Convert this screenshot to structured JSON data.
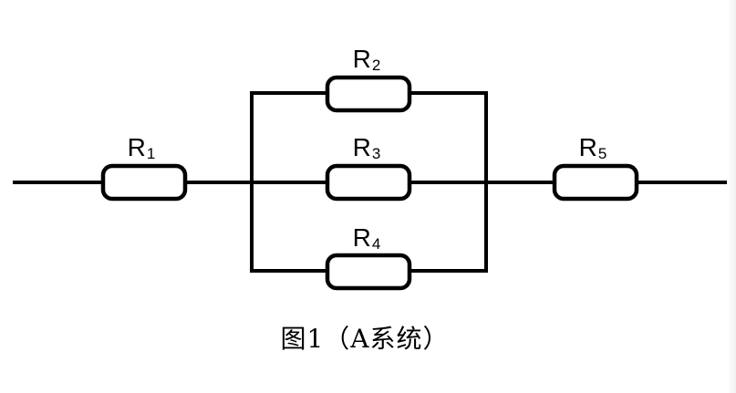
{
  "figure": {
    "kind": "circuit-diagram",
    "caption": "图1（A系统）",
    "topology": "R1 in series with parallel bank (R2, R3, R4) in series with R5",
    "line_color": "#000000",
    "background_color": "#ffffff",
    "resistors": [
      {
        "label": "R1",
        "base": "R",
        "sub": "1",
        "position": "series-left"
      },
      {
        "label": "R2",
        "base": "R",
        "sub": "2",
        "position": "parallel-top"
      },
      {
        "label": "R3",
        "base": "R",
        "sub": "3",
        "position": "parallel-middle"
      },
      {
        "label": "R4",
        "base": "R",
        "sub": "4",
        "position": "parallel-bottom"
      },
      {
        "label": "R5",
        "base": "R",
        "sub": "5",
        "position": "series-right"
      }
    ]
  }
}
